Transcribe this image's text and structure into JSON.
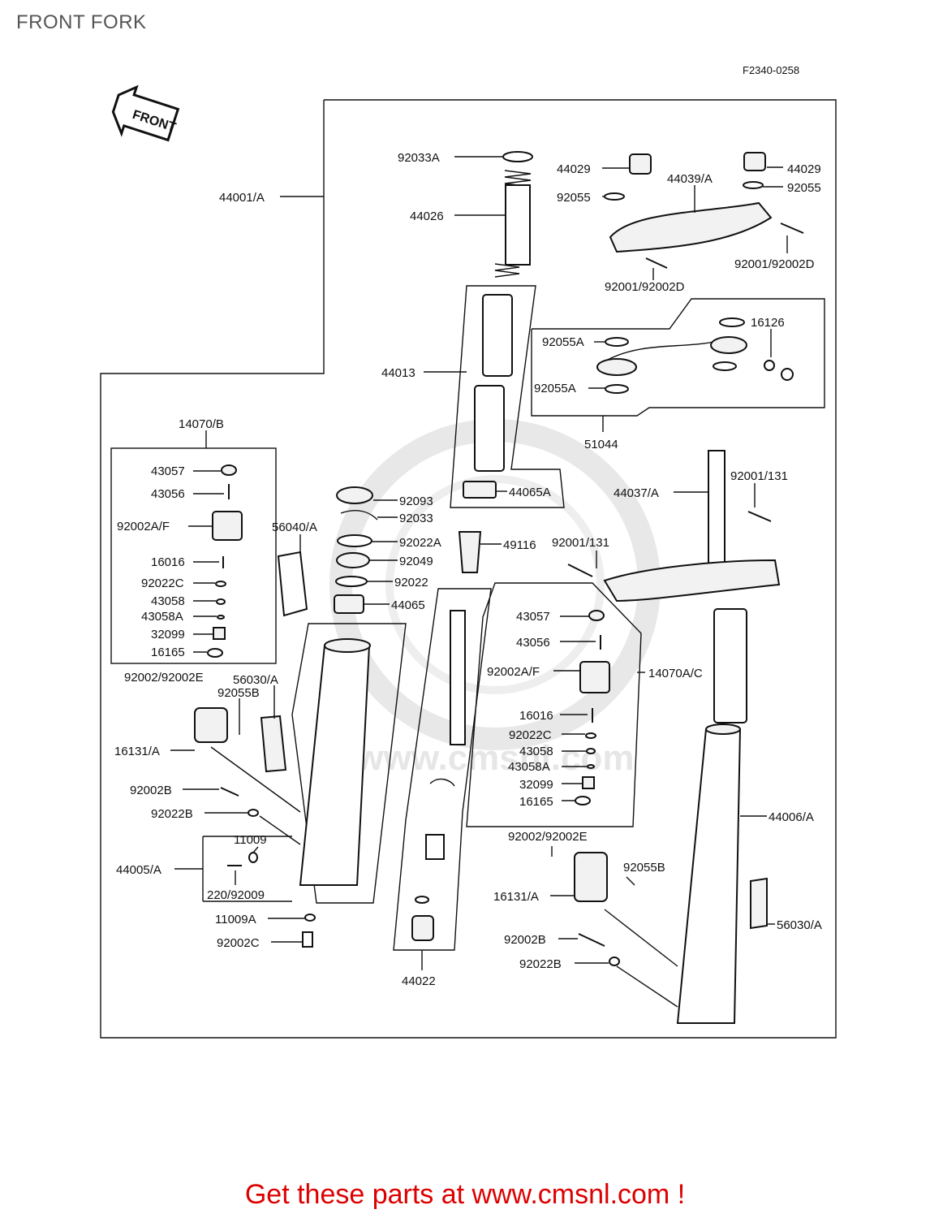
{
  "title": "FRONT FORK",
  "diagram_code": "F2340-0258",
  "direction_tag": "FRONT",
  "watermark": "www.cmsnl.com",
  "footer": "Get these parts at www.cmsnl.com !",
  "labels": {
    "l44001A": "44001/A",
    "l92033A": "92033A",
    "l44026": "44026",
    "l44029a": "44029",
    "l44029b": "44029",
    "l92055a": "92055",
    "l92055b": "92055",
    "l44039A": "44039/A",
    "l92001_92002Da": "92001/92002D",
    "l92001_92002Db": "92001/92002D",
    "l16126": "16126",
    "l92055Aa": "92055A",
    "l92055Ab": "92055A",
    "l51044": "51044",
    "l44013": "44013",
    "l44065A": "44065A",
    "l14070B": "14070/B",
    "l43057a": "43057",
    "l43056a": "43056",
    "l92002AFa": "92002A/F",
    "l16016a": "16016",
    "l92022Ca": "92022C",
    "l43058a": "43058",
    "l43058Aa": "43058A",
    "l32099a": "32099",
    "l16165a": "16165",
    "l56040A": "56040/A",
    "l92093": "92093",
    "l92033": "92033",
    "l92022A": "92022A",
    "l92049": "92049",
    "l92022": "92022",
    "l44065": "44065",
    "l49116": "49116",
    "l92001_131a": "92001/131",
    "l92001_131b": "92001/131",
    "l44037A": "44037/A",
    "l92002_92002Ea": "92002/92002E",
    "l56030Aa": "56030/A",
    "l92055Ba": "92055B",
    "l16131Aa": "16131/A",
    "l92002Ba": "92002B",
    "l92022Ba": "92022B",
    "l11009": "11009",
    "l44005A": "44005/A",
    "l220_92009": "220/92009",
    "l11009A": "11009A",
    "l92002C": "92002C",
    "l44022": "44022",
    "l43057b": "43057",
    "l43056b": "43056",
    "l92002AFb": "92002A/F",
    "l14070AC": "14070A/C",
    "l16016b": "16016",
    "l92022Cb": "92022C",
    "l43058b": "43058",
    "l43058Ab": "43058A",
    "l32099b": "32099",
    "l16165b": "16165",
    "l44006A": "44006/A",
    "l92002_92002Eb": "92002/92002E",
    "l92055Bb": "92055B",
    "l16131Ab": "16131/A",
    "l56030Ab": "56030/A",
    "l92002Bb": "92002B",
    "l92022Bb": "92022B"
  }
}
